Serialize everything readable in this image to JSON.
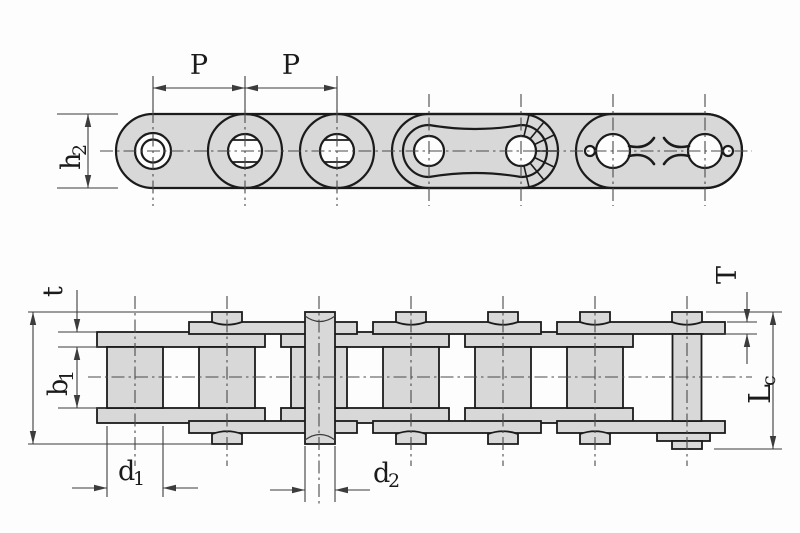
{
  "figure": {
    "type": "technical-drawing",
    "subject": "roller-chain-two-view-engineering-diagram"
  },
  "labels": {
    "P1": "P",
    "P2": "P",
    "h2": "h",
    "h2_sub": "2",
    "t": "t",
    "b1": "b",
    "b1_sub": "1",
    "T": "T",
    "Lc": "L",
    "Lc_sub": "c",
    "d1": "d",
    "d1_sub": "1",
    "d2": "d",
    "d2_sub": "2"
  },
  "colors": {
    "plate_fill": "#d8d8d8",
    "outline": "#1b1b1b",
    "dim": "#3c3c3c",
    "centerline": "#4a4a4a",
    "background": "#fdfdfd"
  }
}
